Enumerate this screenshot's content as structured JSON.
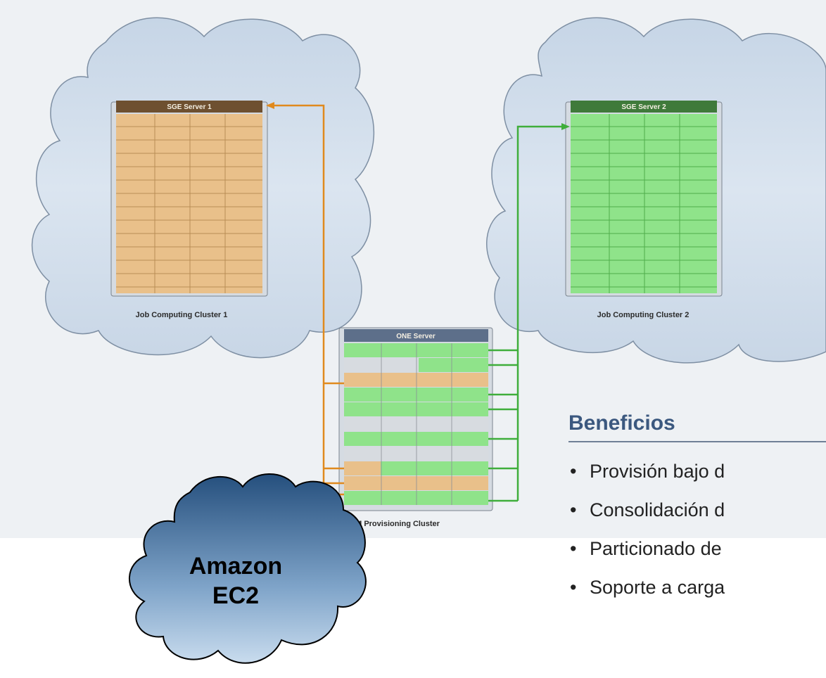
{
  "clusters": {
    "cluster1": {
      "server_label": "SGE Server 1",
      "caption": "Job Computing Cluster 1"
    },
    "cluster2": {
      "server_label": "SGE Server 2",
      "caption": "Job Computing Cluster 2"
    },
    "one_cluster": {
      "server_label": "ONE Server",
      "caption": "M Provisioning Cluster"
    }
  },
  "cloud": {
    "line1": "Amazon",
    "line2": "EC2"
  },
  "benefits": {
    "title": "Beneficios",
    "bullet": "•",
    "items": [
      "Provisión bajo d",
      "Consolidación d",
      "Particionado de",
      "Soporte a carga"
    ]
  },
  "colors": {
    "title_blue": "#3b587f",
    "orange_link": "#e08a1e",
    "green_link": "#3fae3b",
    "cloud_fill": "#cfdcea",
    "ec2_cloud_fill": "#5f88b4"
  }
}
